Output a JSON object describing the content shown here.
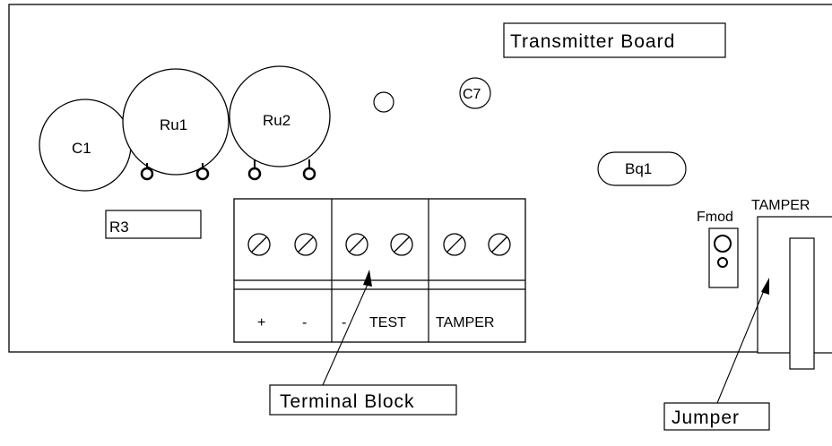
{
  "title": "Transmitter Board",
  "components": {
    "c1": "C1",
    "ru1": "Ru1",
    "ru2": "Ru2",
    "c7": "C7",
    "bq1": "Bq1",
    "r3": "R3",
    "fmod": "Fmod"
  },
  "terminal_block": {
    "plus": "+",
    "minus1": "-",
    "minus2": "-",
    "test": "TEST",
    "tamper": "TAMPER"
  },
  "tamper_switch_label": "TAMPER",
  "callouts": {
    "terminal_block": "Terminal Block",
    "jumper": "Jumper"
  }
}
